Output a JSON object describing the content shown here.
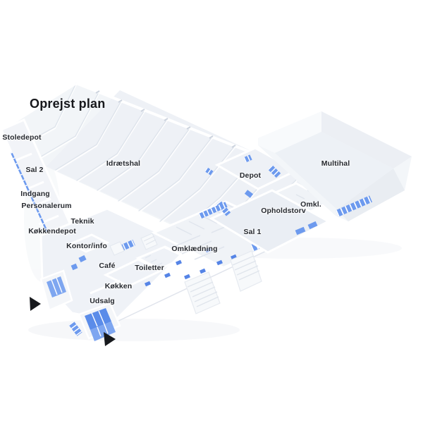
{
  "title": "Oprejst plan",
  "colors": {
    "background": "#ffffff",
    "accent_blue": "#6d9aee",
    "accent_blue_dark": "#5584e6",
    "accent_blue_light": "#8fb2f2",
    "wall_white": "#f5f7fa",
    "floor_light": "#edf0f6",
    "label_dark": "#26292f"
  },
  "icons": [
    "direction-arrow-west",
    "direction-arrow-south"
  ],
  "rooms": [
    {
      "id": "stoledepot",
      "label": "Stoledepot"
    },
    {
      "id": "sal-2",
      "label": "Sal 2"
    },
    {
      "id": "indgang",
      "label": "Indgang"
    },
    {
      "id": "personalerum",
      "label": "Personalerum"
    },
    {
      "id": "teknik",
      "label": "Teknik"
    },
    {
      "id": "kokkendepot",
      "label": "Køkkendepot"
    },
    {
      "id": "kontor-info",
      "label": "Kontor/info"
    },
    {
      "id": "idraetshal",
      "label": "Idrætshal"
    },
    {
      "id": "cafe",
      "label": "Café"
    },
    {
      "id": "toiletter",
      "label": "Toiletter"
    },
    {
      "id": "kokken",
      "label": "Køkken"
    },
    {
      "id": "udsalg",
      "label": "Udsalg"
    },
    {
      "id": "omklaedning",
      "label": "Omklædning"
    },
    {
      "id": "depot",
      "label": "Depot"
    },
    {
      "id": "sal-1",
      "label": "Sal 1"
    },
    {
      "id": "opholdstorv",
      "label": "Opholdstorv"
    },
    {
      "id": "omkl",
      "label": "Omkl."
    },
    {
      "id": "multihal",
      "label": "Multihal"
    }
  ]
}
